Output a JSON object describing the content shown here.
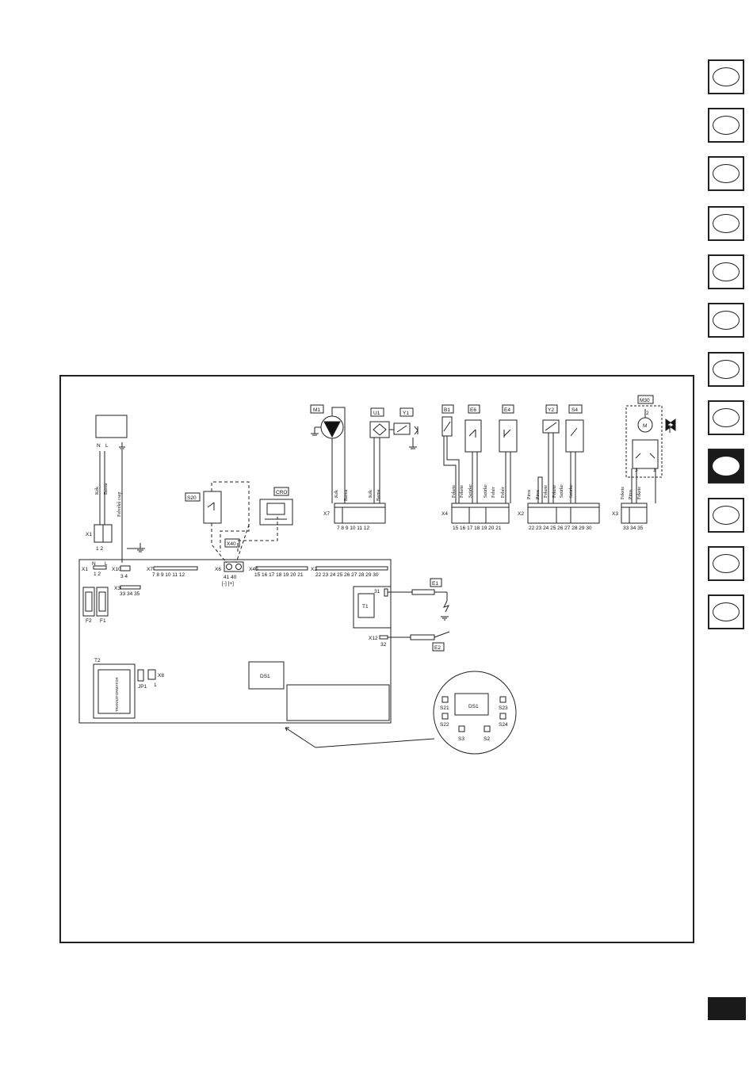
{
  "side_tabs": [
    {
      "active": false
    },
    {
      "active": false
    },
    {
      "active": false
    },
    {
      "active": false
    },
    {
      "active": false
    },
    {
      "active": false
    },
    {
      "active": false
    },
    {
      "active": false
    },
    {
      "active": true
    },
    {
      "active": false
    },
    {
      "active": false
    },
    {
      "active": false
    }
  ],
  "colors": {
    "line": "#222222",
    "active_tab": "#1a1a1a"
  },
  "components": {
    "M1": "M1",
    "U1": "U1",
    "Y1": "Y1",
    "B1": "B1",
    "E6": "E6",
    "E4": "E4",
    "Y2": "Y2",
    "S4": "S4",
    "M30": "M30",
    "S20": "S20",
    "CRO": "CRO",
    "X40": "X40",
    "E1": "E1",
    "E2": "E2",
    "T1": "T1",
    "T2": "T2",
    "DS1": "DS1",
    "F1": "F1",
    "F2": "F2",
    "JP1": "JP1",
    "motor": "M"
  },
  "supply": {
    "N": "N",
    "L": "L"
  },
  "wire_colors": {
    "kek": "Kék",
    "barna": "Barna",
    "fekete": "Fekete",
    "szurke": "Szürke",
    "feher": "Fehér",
    "piros": "Piros",
    "sarga_zold": "Felvékű csap"
  },
  "connectors": {
    "X1": {
      "name": "X1",
      "pins": "1  2"
    },
    "X7": {
      "name": "X7",
      "pins": "7  8  9  10  11  12"
    },
    "X4": {
      "name": "X4",
      "pins": "15 16 17 18 19 20 21"
    },
    "X2": {
      "name": "X2",
      "pins": "22 23 24 25 26 27 28 29 30"
    },
    "X3": {
      "name": "X3",
      "pins": "33 34 35"
    }
  },
  "board": {
    "X1": "X1",
    "X1_pins": "1  2",
    "X10": "X10",
    "X10_pins": "3  4",
    "X3": "X3",
    "X3_pins": "33 34 35",
    "X7": "X7",
    "X7_pins": "7  8  9  10  11  12",
    "X6": "X6",
    "X6_pins": "41  40",
    "X6_signs": "[-]  [+]",
    "X40": "X40",
    "X40_pins": "15 16 17 18 19 20 21",
    "X20": "X2",
    "X20_pins": "22 23 24 25 26 27 28 29 30",
    "X8": "X8",
    "X8_pin": "1",
    "X12": "X12",
    "p31": "31",
    "p32": "32",
    "transformer_text": "TRANSZFORMÁTOR"
  },
  "m30_pins": {
    "p2": "2",
    "p3": "3",
    "p1": "1"
  },
  "display": {
    "S21": "S21",
    "S22": "S22",
    "S23": "S23",
    "S24": "S24",
    "S3": "S3",
    "S2": "S2",
    "DS1": "DS1"
  }
}
